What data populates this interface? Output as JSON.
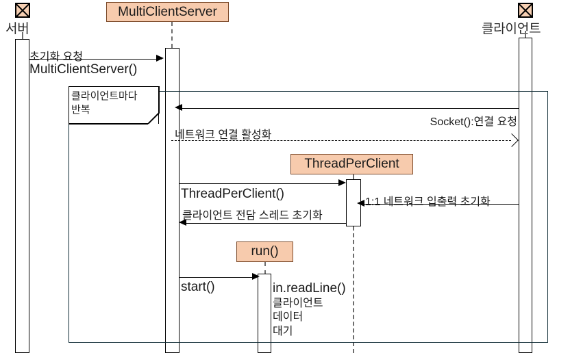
{
  "diagram": {
    "type": "uml-sequence-diagram",
    "title": "MultiClientServer multi-client handling sequence",
    "colors": {
      "object_box_fill": "#f7cbad",
      "object_box_border": "#7b4a2a",
      "lifeline": "#000000",
      "frame_border": "#0d2a33",
      "background": "#ffffff"
    }
  },
  "actors": [
    {
      "id": "server",
      "label": "서버",
      "icon": "actor-crossed-box-icon"
    },
    {
      "id": "client",
      "label": "클라이언트",
      "icon": "actor-crossed-box-icon"
    }
  ],
  "objects": [
    {
      "id": "multiclientserver",
      "label": "MultiClientServer"
    },
    {
      "id": "threadperclient",
      "label": "ThreadPerClient"
    },
    {
      "id": "run",
      "label": "run()"
    }
  ],
  "note": {
    "text": "클라이언트마다\n반복"
  },
  "messages": [
    {
      "id": "m1",
      "from": "server",
      "to": "multiclientserver",
      "direction": "right",
      "style": "solid",
      "label_top": "초기화 요청",
      "label_bottom": "MultiClientServer()"
    },
    {
      "id": "m2",
      "from": "client",
      "to": "multiclientserver",
      "direction": "left",
      "style": "solid",
      "label_top": "",
      "label_bottom": "Socket():연결 요청"
    },
    {
      "id": "m3",
      "from": "multiclientserver",
      "to": "client",
      "direction": "right",
      "style": "dashed",
      "label_top": "네트워크 연결 활성화",
      "label_bottom": ""
    },
    {
      "id": "m4",
      "from": "multiclientserver",
      "to": "threadperclient",
      "direction": "right",
      "style": "solid",
      "label_top": "",
      "label_bottom": "ThreadPerClient()"
    },
    {
      "id": "m5",
      "from": "client",
      "to": "threadperclient",
      "direction": "left",
      "style": "solid",
      "label_top": "",
      "label_bottom": "1:1 네트워크 입출력 초기화"
    },
    {
      "id": "m6",
      "from": "threadperclient",
      "to": "multiclientserver",
      "direction": "left",
      "style": "solid",
      "label_top": "",
      "label_bottom": "클라이언트 전담 스레드 초기화"
    },
    {
      "id": "m7",
      "from": "multiclientserver",
      "to": "run",
      "direction": "right",
      "style": "solid",
      "label_top": "",
      "label_bottom": "start()"
    }
  ],
  "annotations": [
    {
      "id": "readline",
      "heading": "in.readLine()",
      "body": "클라이언트\n데이터\n대기"
    }
  ]
}
